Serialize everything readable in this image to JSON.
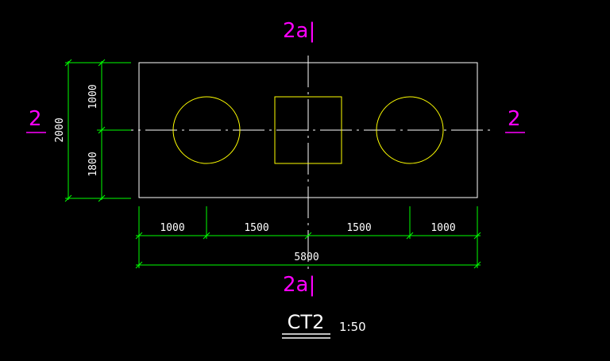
{
  "colors": {
    "background": "#000000",
    "outline": "#ffffff",
    "hole": "#ffff00",
    "dimension": "#00ff00",
    "section_mark": "#ff00ff",
    "centerline": "#ffffff"
  },
  "section_marks": {
    "top": "2a|",
    "bottom": "2a|",
    "left": "2",
    "right": "2"
  },
  "dimensions": {
    "horizontal": [
      "1000",
      "1500",
      "1500",
      "1000"
    ],
    "total_width": "5800",
    "vertical": [
      "1000",
      "1800"
    ],
    "total_height": "2000"
  },
  "title": {
    "name": "CT2",
    "scale": "1:50"
  }
}
